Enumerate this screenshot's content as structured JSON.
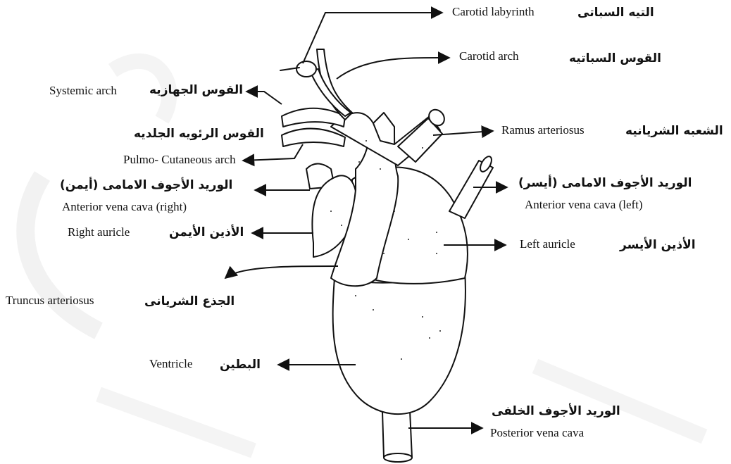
{
  "labels": {
    "carotid_labyrinth": {
      "en": "Carotid labyrinth",
      "ar": "التيه السباتى"
    },
    "carotid_arch": {
      "en": "Carotid arch",
      "ar": "القوس السباتيه"
    },
    "systemic_arch": {
      "en": "Systemic arch",
      "ar": "القوس الجهازيه"
    },
    "pulmo_cutaneous_arch": {
      "en": "Pulmo- Cutaneous arch",
      "ar": "القوس الرئويه الجلديه"
    },
    "ramus_arteriosus": {
      "en": "Ramus arteriosus",
      "ar": "الشعبه الشريانيه"
    },
    "anterior_vena_cava_right": {
      "en": "Anterior vena cava (right)",
      "ar": "الوريد الأجوف الامامى (أيمن)"
    },
    "anterior_vena_cava_left": {
      "en": "Anterior vena cava (left)",
      "ar": "الوريد الأجوف الامامى (أيسر)"
    },
    "right_auricle": {
      "en": "Right auricle",
      "ar": "الأذين الأيمن"
    },
    "left_auricle": {
      "en": "Left auricle",
      "ar": "الأذين الأيسر"
    },
    "truncus_arteriosus": {
      "en": "Truncus arteriosus",
      "ar": "الجذع الشريانى"
    },
    "ventricle": {
      "en": "Ventricle",
      "ar": "البطين"
    },
    "posterior_vena_cava": {
      "en": "Posterior vena cava",
      "ar": "الوريد الأجوف الخلفى"
    }
  }
}
